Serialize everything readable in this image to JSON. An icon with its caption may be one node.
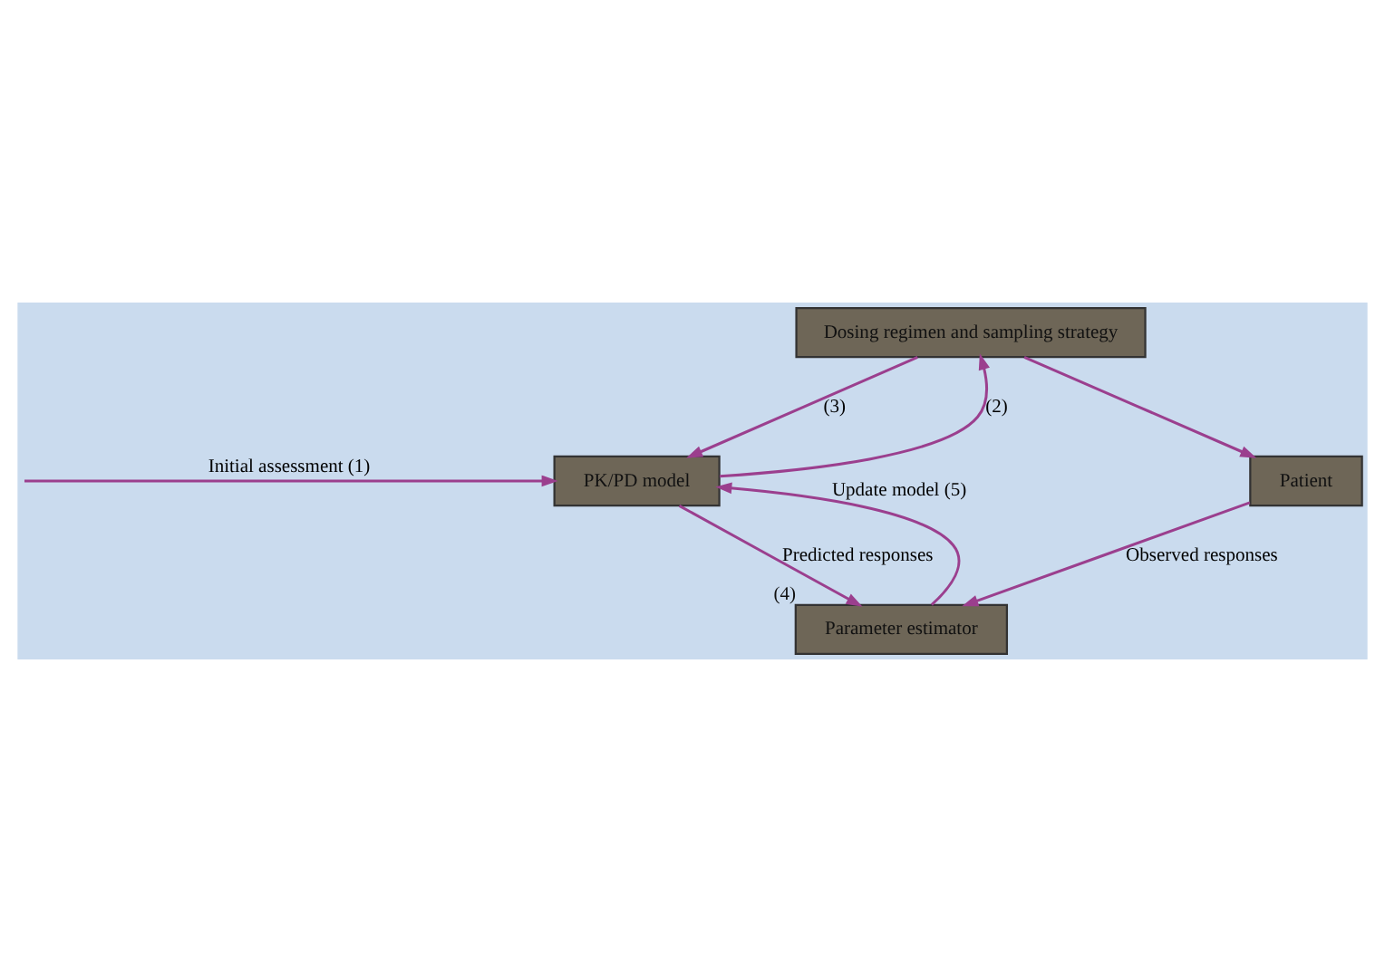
{
  "diagram": {
    "nodes": [
      {
        "text": [
          "Dosing regimen and sampling strategy"
        ]
      },
      {
        "text": [
          "PK/PD model"
        ]
      },
      {
        "text": [
          "Patient"
        ]
      },
      {
        "text": [
          "Parameter estimator"
        ],
        "beside": [
          "(4)"
        ]
      }
    ],
    "edges": [
      {
        "from": null,
        "to": 1,
        "arrow": "to",
        "label": "Initial assessment (1)"
      },
      {
        "from": 1,
        "to": 0,
        "arrow": "to",
        "label": "(2)"
      },
      {
        "from": 0,
        "to": 1,
        "arrow": "to",
        "label": "(3)"
      },
      {
        "from": 0,
        "to": 2,
        "arrow": "to"
      },
      {
        "from": 1,
        "to": 3,
        "arrow": "to",
        "label": "Predicted responses"
      },
      {
        "from": 2,
        "to": 3,
        "arrow": "to",
        "label": "Observed responses"
      },
      {
        "from": 3,
        "to": 1,
        "arrow": "to",
        "label": "Update model (5)"
      }
    ]
  }
}
